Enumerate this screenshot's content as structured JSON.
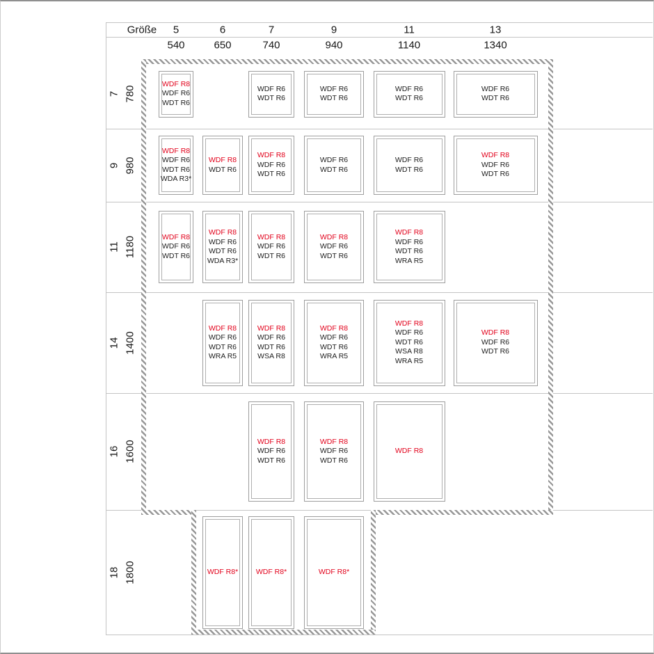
{
  "header": {
    "size_label": "Größe",
    "columns": [
      {
        "size": "5",
        "width_mm": "540"
      },
      {
        "size": "6",
        "width_mm": "650"
      },
      {
        "size": "7",
        "width_mm": "740"
      },
      {
        "size": "9",
        "width_mm": "940"
      },
      {
        "size": "11",
        "width_mm": "1140"
      },
      {
        "size": "13",
        "width_mm": "1340"
      }
    ]
  },
  "rows": [
    {
      "size": "7",
      "height_mm": "780"
    },
    {
      "size": "9",
      "height_mm": "980"
    },
    {
      "size": "11",
      "height_mm": "1180"
    },
    {
      "size": "14",
      "height_mm": "1400"
    },
    {
      "size": "16",
      "height_mm": "1600"
    },
    {
      "size": "18",
      "height_mm": "1800"
    }
  ],
  "colors": {
    "highlight_red": "#e2001a",
    "text": "#1c1c1c",
    "grid_line": "#c4c4c4",
    "hatch_gray": "#979797"
  },
  "cells": [
    {
      "row": 0,
      "col": 0,
      "codes": [
        {
          "t": "WDF R8",
          "hl": true
        },
        {
          "t": "WDF R6"
        },
        {
          "t": "WDT R6"
        }
      ]
    },
    {
      "row": 0,
      "col": 2,
      "codes": [
        {
          "t": "WDF R6"
        },
        {
          "t": "WDT R6"
        }
      ]
    },
    {
      "row": 0,
      "col": 3,
      "codes": [
        {
          "t": "WDF R6"
        },
        {
          "t": "WDT R6"
        }
      ]
    },
    {
      "row": 0,
      "col": 4,
      "codes": [
        {
          "t": "WDF R6"
        },
        {
          "t": "WDT R6"
        }
      ]
    },
    {
      "row": 0,
      "col": 5,
      "codes": [
        {
          "t": "WDF R6"
        },
        {
          "t": "WDT R6"
        }
      ]
    },
    {
      "row": 1,
      "col": 0,
      "codes": [
        {
          "t": "WDF R8",
          "hl": true
        },
        {
          "t": "WDF R6"
        },
        {
          "t": "WDT R6"
        },
        {
          "t": "WDA R3*"
        }
      ]
    },
    {
      "row": 1,
      "col": 1,
      "codes": [
        {
          "t": "WDF R8",
          "hl": true
        },
        {
          "t": "WDT R6"
        }
      ]
    },
    {
      "row": 1,
      "col": 2,
      "codes": [
        {
          "t": "WDF R8",
          "hl": true
        },
        {
          "t": "WDF R6"
        },
        {
          "t": "WDT R6"
        }
      ]
    },
    {
      "row": 1,
      "col": 3,
      "codes": [
        {
          "t": "WDF R6"
        },
        {
          "t": "WDT R6"
        }
      ]
    },
    {
      "row": 1,
      "col": 4,
      "codes": [
        {
          "t": "WDF R6"
        },
        {
          "t": "WDT R6"
        }
      ]
    },
    {
      "row": 1,
      "col": 5,
      "codes": [
        {
          "t": "WDF R8",
          "hl": true
        },
        {
          "t": "WDF R6"
        },
        {
          "t": "WDT R6"
        }
      ]
    },
    {
      "row": 2,
      "col": 0,
      "codes": [
        {
          "t": "WDF R8",
          "hl": true
        },
        {
          "t": "WDF R6"
        },
        {
          "t": "WDT R6"
        }
      ]
    },
    {
      "row": 2,
      "col": 1,
      "codes": [
        {
          "t": "WDF R8",
          "hl": true
        },
        {
          "t": "WDF R6"
        },
        {
          "t": "WDT R6"
        },
        {
          "t": "WDA R3*"
        }
      ]
    },
    {
      "row": 2,
      "col": 2,
      "codes": [
        {
          "t": "WDF R8",
          "hl": true
        },
        {
          "t": "WDF R6"
        },
        {
          "t": "WDT R6"
        }
      ]
    },
    {
      "row": 2,
      "col": 3,
      "codes": [
        {
          "t": "WDF R8",
          "hl": true
        },
        {
          "t": "WDF R6"
        },
        {
          "t": "WDT R6"
        }
      ]
    },
    {
      "row": 2,
      "col": 4,
      "codes": [
        {
          "t": "WDF R8",
          "hl": true
        },
        {
          "t": "WDF R6"
        },
        {
          "t": "WDT R6"
        },
        {
          "t": "WRA R5"
        }
      ]
    },
    {
      "row": 3,
      "col": 1,
      "codes": [
        {
          "t": "WDF R8",
          "hl": true
        },
        {
          "t": "WDF R6"
        },
        {
          "t": "WDT R6"
        },
        {
          "t": "WRA R5"
        }
      ]
    },
    {
      "row": 3,
      "col": 2,
      "codes": [
        {
          "t": "WDF R8",
          "hl": true
        },
        {
          "t": "WDF R6"
        },
        {
          "t": "WDT R6"
        },
        {
          "t": "WSA R8"
        }
      ]
    },
    {
      "row": 3,
      "col": 3,
      "codes": [
        {
          "t": "WDF R8",
          "hl": true
        },
        {
          "t": "WDF R6"
        },
        {
          "t": "WDT R6"
        },
        {
          "t": "WRA R5"
        }
      ]
    },
    {
      "row": 3,
      "col": 4,
      "codes": [
        {
          "t": "WDF R8",
          "hl": true
        },
        {
          "t": "WDF R6"
        },
        {
          "t": "WDT R6"
        },
        {
          "t": "WSA R8"
        },
        {
          "t": "WRA R5"
        }
      ]
    },
    {
      "row": 3,
      "col": 5,
      "codes": [
        {
          "t": "WDF R8",
          "hl": true
        },
        {
          "t": "WDF R6"
        },
        {
          "t": "WDT R6"
        }
      ]
    },
    {
      "row": 4,
      "col": 2,
      "codes": [
        {
          "t": "WDF R8",
          "hl": true
        },
        {
          "t": "WDF R6"
        },
        {
          "t": "WDT R6"
        }
      ]
    },
    {
      "row": 4,
      "col": 3,
      "codes": [
        {
          "t": "WDF R8",
          "hl": true
        },
        {
          "t": "WDF R6"
        },
        {
          "t": "WDT R6"
        }
      ]
    },
    {
      "row": 4,
      "col": 4,
      "codes": [
        {
          "t": "WDF R8",
          "hl": true
        }
      ]
    },
    {
      "row": 5,
      "col": 1,
      "codes": [
        {
          "t": "WDF R8*",
          "hl": true
        }
      ]
    },
    {
      "row": 5,
      "col": 2,
      "codes": [
        {
          "t": "WDF R8*",
          "hl": true
        }
      ]
    },
    {
      "row": 5,
      "col": 3,
      "codes": [
        {
          "t": "WDF R8*",
          "hl": true
        }
      ]
    }
  ]
}
